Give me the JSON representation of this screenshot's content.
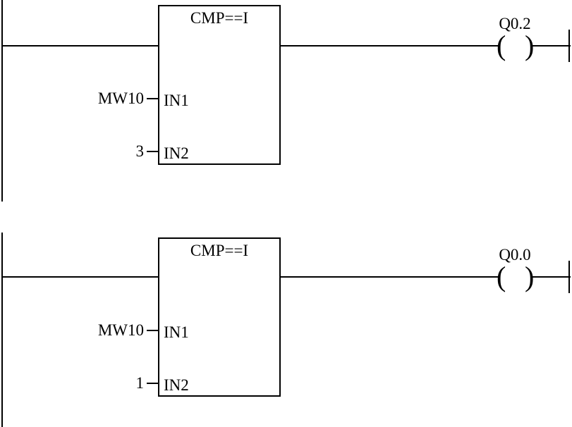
{
  "diagram": {
    "kind": "plc-ladder-logic",
    "stroke_color": "#000000",
    "background_color": "#ffffff",
    "rungs": [
      {
        "id": "rung-1",
        "block": {
          "title": "CMP==I",
          "pins": [
            {
              "name": "IN1",
              "operand": "MW10"
            },
            {
              "name": "IN2",
              "operand": "3"
            }
          ]
        },
        "coil": {
          "label": "Q0.2",
          "open_paren": "(",
          "close_paren": ")"
        }
      },
      {
        "id": "rung-2",
        "block": {
          "title": "CMP==I",
          "pins": [
            {
              "name": "IN1",
              "operand": "MW10"
            },
            {
              "name": "IN2",
              "operand": "1"
            }
          ]
        },
        "coil": {
          "label": "Q0.0",
          "open_paren": "(",
          "close_paren": ")"
        }
      }
    ]
  }
}
